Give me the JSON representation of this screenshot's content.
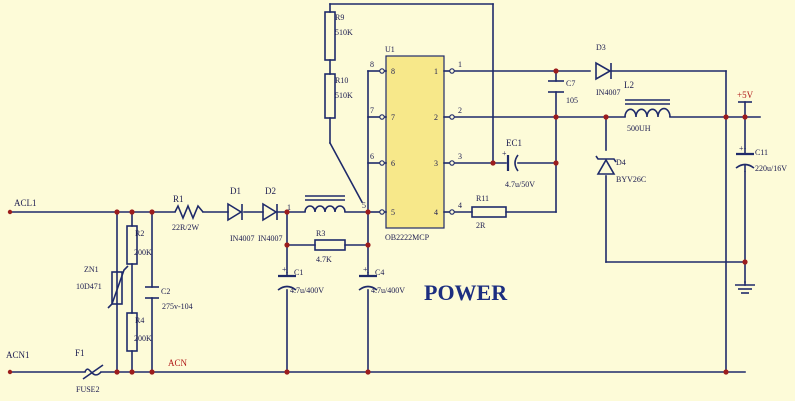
{
  "title": "POWER",
  "nets": {
    "acl1": "ACL1",
    "acn1": "ACN1",
    "acn": "ACN",
    "plus5v": "+5V",
    "node1": "1"
  },
  "ic": {
    "ref": "U1",
    "part": "OB2222MCP",
    "pins_left": [
      "8",
      "7",
      "6",
      "5"
    ],
    "pins_right": [
      "1",
      "2",
      "3",
      "4"
    ],
    "outer_left": [
      "8",
      "7",
      "6",
      "5"
    ],
    "outer_right": [
      "1",
      "2",
      "3",
      "4"
    ]
  },
  "components": {
    "r1": {
      "ref": "R1",
      "value": "22R/2W"
    },
    "r2": {
      "ref": "R2",
      "value": "200K"
    },
    "r3": {
      "ref": "R3",
      "value": "4.7K"
    },
    "r4": {
      "ref": "R4",
      "value": "200K"
    },
    "r9": {
      "ref": "R9",
      "value": "510K"
    },
    "r10": {
      "ref": "R10",
      "value": "510K"
    },
    "r11": {
      "ref": "R11",
      "value": "2R"
    },
    "d1": {
      "ref": "D1",
      "value": "IN4007"
    },
    "d2": {
      "ref": "D2",
      "value": "IN4007"
    },
    "d3": {
      "ref": "D3",
      "value": "IN4007"
    },
    "d4": {
      "ref": "D4",
      "value": "BYV26C"
    },
    "c1": {
      "ref": "C1",
      "value": "4.7u/400V"
    },
    "c2": {
      "ref": "C2",
      "value": "275v-104"
    },
    "c4": {
      "ref": "C4",
      "value": "4.7u/400V"
    },
    "c7": {
      "ref": "C7",
      "value": "105"
    },
    "c11": {
      "ref": "C11",
      "value": "220u/16V"
    },
    "ec1": {
      "ref": "EC1",
      "value": "4.7u/50V"
    },
    "l2": {
      "ref": "L2",
      "value": "500UH"
    },
    "zn1": {
      "ref": "ZN1",
      "value": "10D471"
    },
    "f1": {
      "ref": "F1",
      "value": "FUSE2"
    }
  }
}
